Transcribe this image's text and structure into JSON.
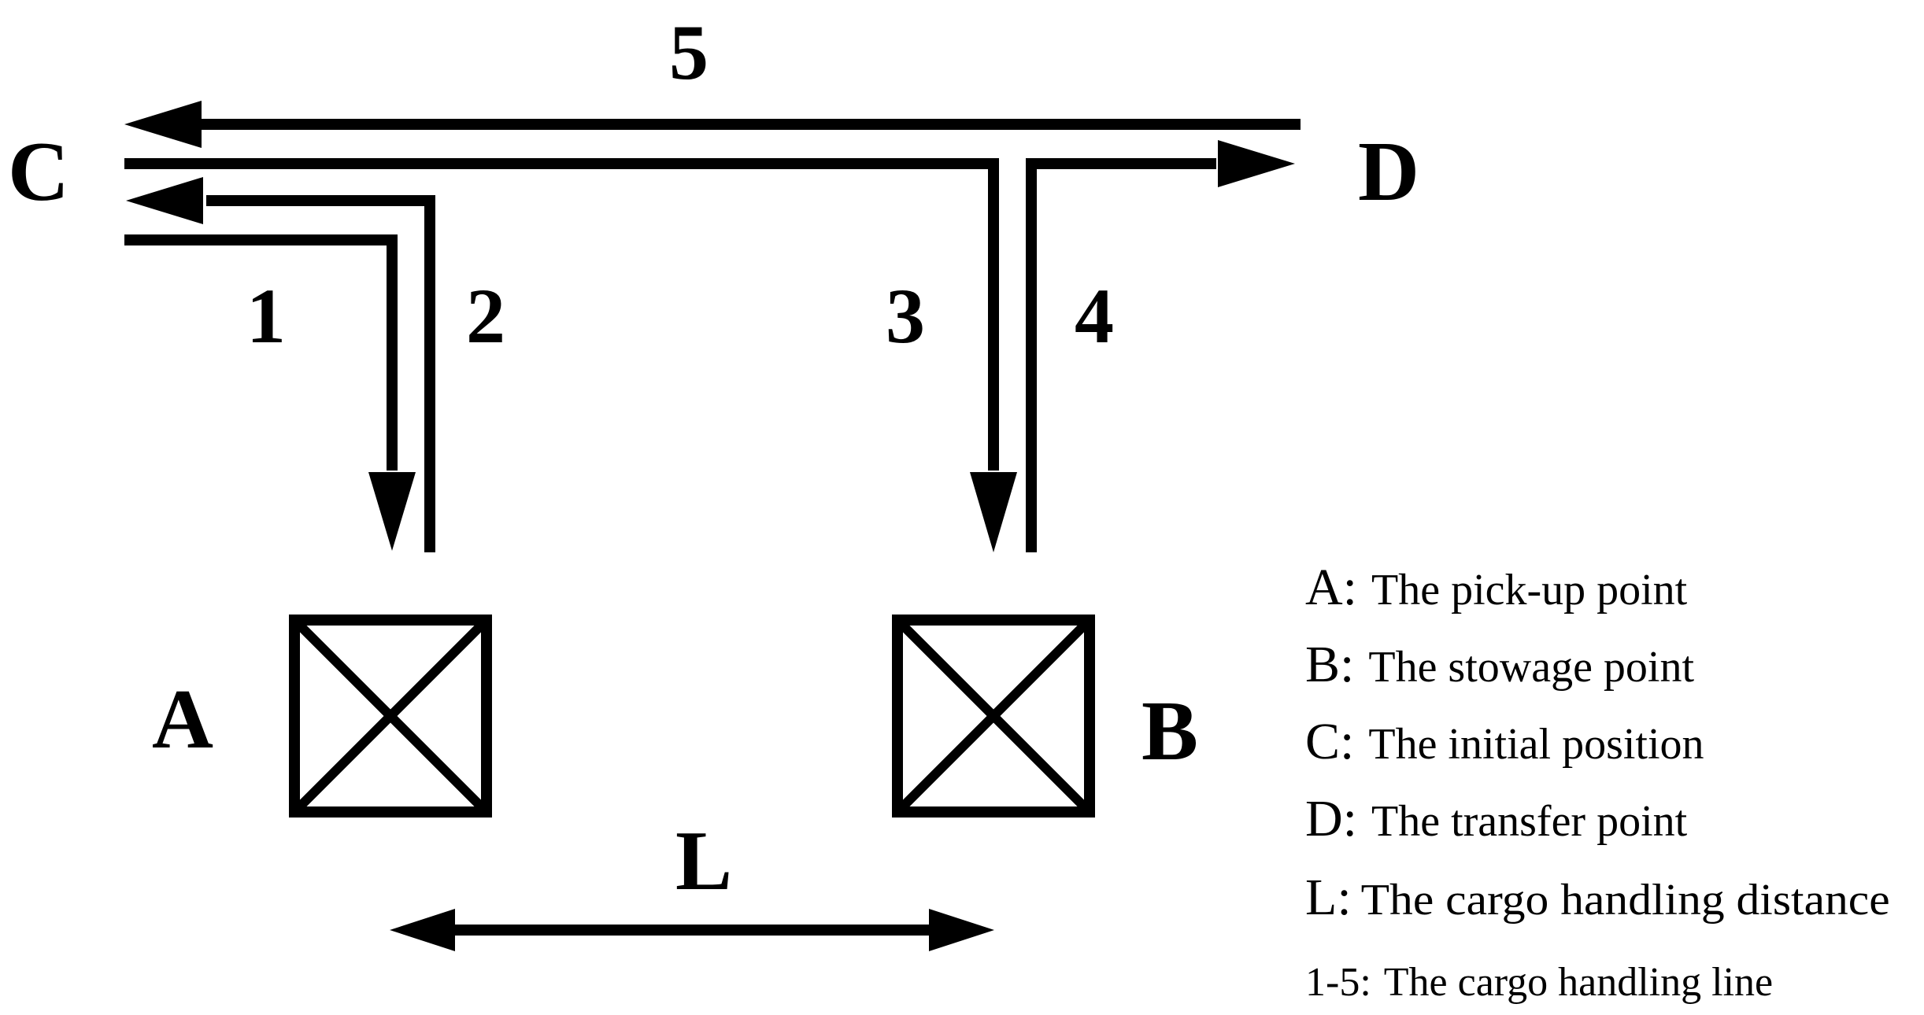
{
  "nodes": {
    "A": "A",
    "B": "B",
    "C": "C",
    "D": "D",
    "L": "L"
  },
  "lines": [
    "1",
    "2",
    "3",
    "4",
    "5"
  ],
  "legend": [
    {
      "key": "A:",
      "text": "The pick-up point"
    },
    {
      "key": "B:",
      "text": "The stowage point"
    },
    {
      "key": "C:",
      "text": "The initial position"
    },
    {
      "key": "D:",
      "text": "The transfer point"
    },
    {
      "key": "L:",
      "text": "The cargo handling distance"
    },
    {
      "key": "1-5:",
      "text": "The cargo handling line"
    }
  ],
  "colors": {
    "stroke": "#000000",
    "background": "#ffffff"
  }
}
